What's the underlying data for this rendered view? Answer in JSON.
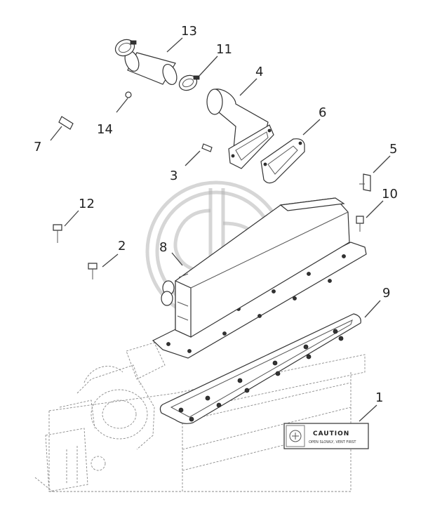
{
  "diagram": {
    "callouts": [
      {
        "id": "1",
        "label": "1"
      },
      {
        "id": "2",
        "label": "2"
      },
      {
        "id": "3",
        "label": "3"
      },
      {
        "id": "4",
        "label": "4"
      },
      {
        "id": "5",
        "label": "5"
      },
      {
        "id": "6",
        "label": "6"
      },
      {
        "id": "7",
        "label": "7"
      },
      {
        "id": "8",
        "label": "8"
      },
      {
        "id": "9",
        "label": "9"
      },
      {
        "id": "10",
        "label": "10"
      },
      {
        "id": "11",
        "label": "11"
      },
      {
        "id": "12",
        "label": "12"
      },
      {
        "id": "13",
        "label": "13"
      },
      {
        "id": "14",
        "label": "14"
      }
    ],
    "caution_label": {
      "title": "CAUTION",
      "subtitle": "OPEN SLOWLY, VENT FIRST"
    }
  }
}
